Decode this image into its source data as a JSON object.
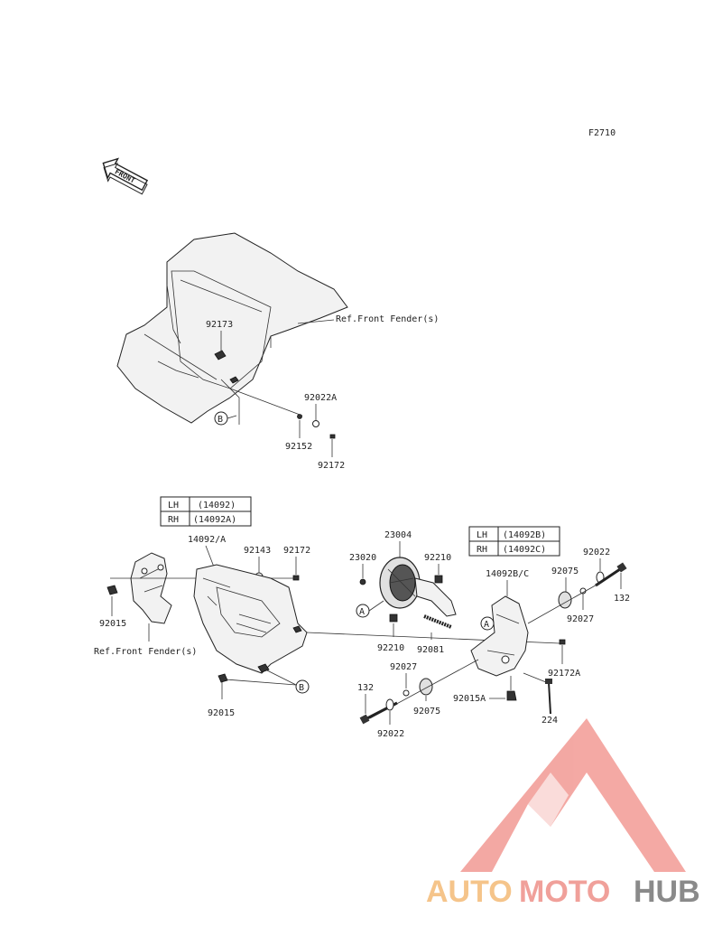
{
  "diagram_code": "F2710",
  "front_label": "FRONT",
  "labels": {
    "p92173": "92173",
    "ref_front_fender_top": "Ref.Front Fender(s)",
    "p92022A": "92022A",
    "p92152": "92152",
    "p92172_top": "92172",
    "circle_B_top": "B",
    "p14092A": "14092/A",
    "p92143": "92143",
    "p92172_left": "92172",
    "p92015_left": "92015",
    "ref_front_fender_left": "Ref.Front Fender(s)",
    "p92015_bottom": "92015",
    "circle_B_bottom": "B",
    "p23020": "23020",
    "p23004": "23004",
    "p92210_top": "92210",
    "circle_A_left": "A",
    "p92210_bottom": "92210",
    "p92081": "92081",
    "circle_A_right": "A",
    "p14092BC": "14092B/C",
    "p92075_top": "92075",
    "p92022_top": "92022",
    "p132_right": "132",
    "p92027_right": "92027",
    "p92172A": "92172A",
    "p92027_bottom": "92027",
    "p132_left": "132",
    "p92075_bottom": "92075",
    "p92015A": "92015A",
    "p224": "224",
    "p92022_bottom": "92022"
  },
  "table_left": {
    "rows": [
      {
        "side": "LH",
        "code": "(14092)"
      },
      {
        "side": "RH",
        "code": "(14092A)"
      }
    ]
  },
  "table_right": {
    "rows": [
      {
        "side": "LH",
        "code": "(14092B)"
      },
      {
        "side": "RH",
        "code": "(14092C)"
      }
    ]
  },
  "watermark": {
    "part1": "AUTO",
    "part2": "MOTO",
    "part3": "HUB",
    "color_auto": "#f5c48a",
    "color_moto": "#f0a09a",
    "color_hub": "#8a8a8a",
    "color_logo": "#f29a94"
  }
}
